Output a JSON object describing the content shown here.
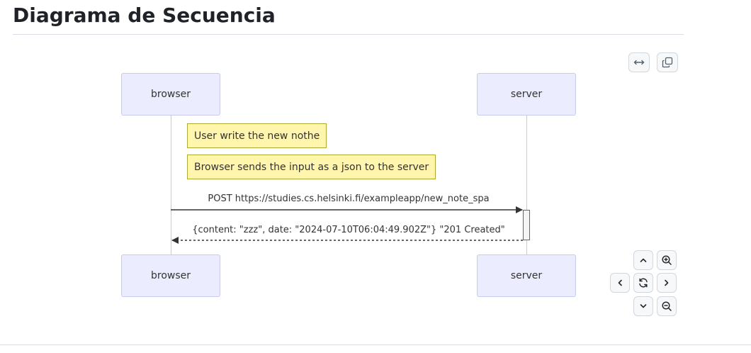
{
  "page": {
    "title": "Diagrama de Secuencia"
  },
  "toolbar": {
    "fullscreen_icon": "arrows-horizontal-icon",
    "copy_icon": "copy-icon"
  },
  "diagram": {
    "actors": [
      "browser",
      "server"
    ],
    "notes": [
      "User write the new nothe",
      "Browser sends the input as a json to the server"
    ],
    "messages": [
      {
        "from": "browser",
        "to": "server",
        "text": "POST https://studies.cs.helsinki.fi/exampleapp/new_note_spa",
        "style": "solid"
      },
      {
        "from": "server",
        "to": "browser",
        "text": "{content: \"zzz\", date: \"2024-07-10T06:04:49.902Z\"} \"201 Created\"",
        "style": "dashed"
      }
    ]
  },
  "controls": {
    "icons": [
      "chevron-up-icon",
      "zoom-in-icon",
      "chevron-left-icon",
      "reset-icon",
      "chevron-right-icon",
      "chevron-down-icon",
      "zoom-out-icon"
    ]
  }
}
